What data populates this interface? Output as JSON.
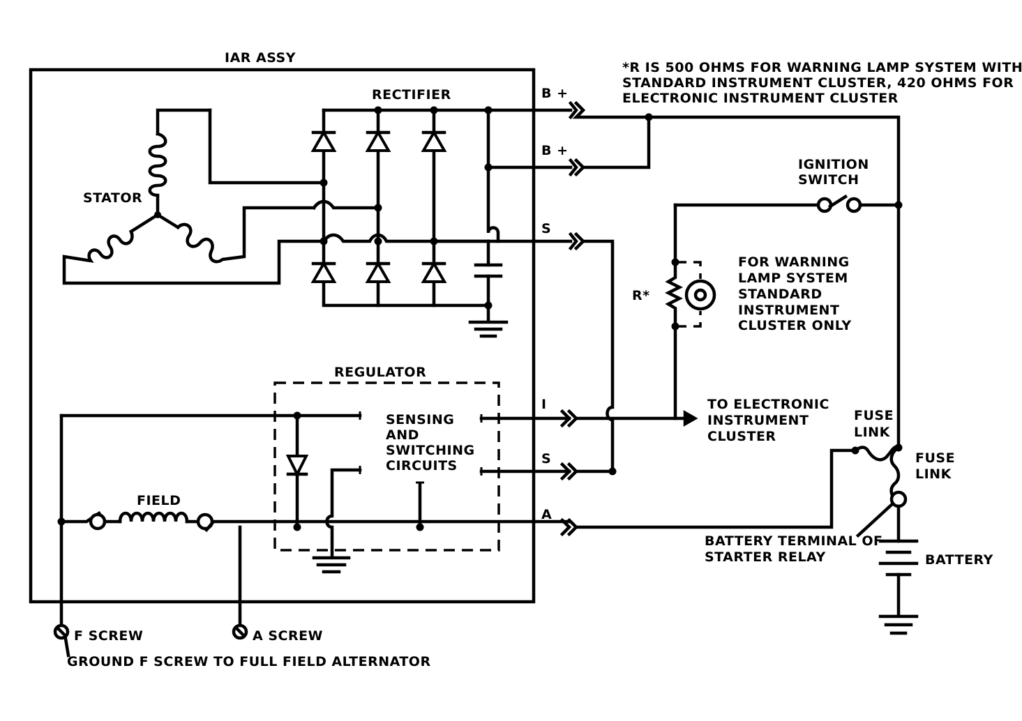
{
  "diagram": {
    "labels": {
      "iar_assy": "IAR ASSY",
      "rectifier": "RECTIFIER",
      "stator": "STATOR",
      "regulator": "REGULATOR",
      "sensing_line1": "SENSING",
      "sensing_line2": "AND",
      "sensing_line3": "SWITCHING",
      "sensing_line4": "CIRCUITS",
      "field": "FIELD",
      "f_screw": "F SCREW",
      "a_screw": "A SCREW",
      "ground_note": "GROUND F SCREW TO FULL FIELD ALTERNATOR",
      "term_bplus_1": "B +",
      "term_bplus_2": "B +",
      "term_s_1": "S",
      "term_i": "I",
      "term_s_2": "S",
      "term_a": "A",
      "note_line1": "*R IS 500 OHMS FOR WARNING LAMP SYSTEM WITH",
      "note_line2": "STANDARD INSTRUMENT CLUSTER, 420 OHMS FOR",
      "note_line3": "ELECTRONIC INSTRUMENT CLUSTER",
      "ignition_line1": "IGNITION",
      "ignition_line2": "SWITCH",
      "resistor": "R*",
      "warning_line1": "FOR WARNING",
      "warning_line2": "LAMP SYSTEM",
      "warning_line3": "STANDARD",
      "warning_line4": "INSTRUMENT",
      "warning_line5": "CLUSTER ONLY",
      "to_cluster_line1": "TO ELECTRONIC",
      "to_cluster_line2": "INSTRUMENT",
      "to_cluster_line3": "CLUSTER",
      "fuse_link_1_line1": "FUSE",
      "fuse_link_1_line2": "LINK",
      "fuse_link_2_line1": "FUSE",
      "fuse_link_2_line2": "LINK",
      "battery_term_line1": "BATTERY TERMINAL OF",
      "battery_term_line2": "STARTER RELAY",
      "battery": "BATTERY"
    }
  }
}
